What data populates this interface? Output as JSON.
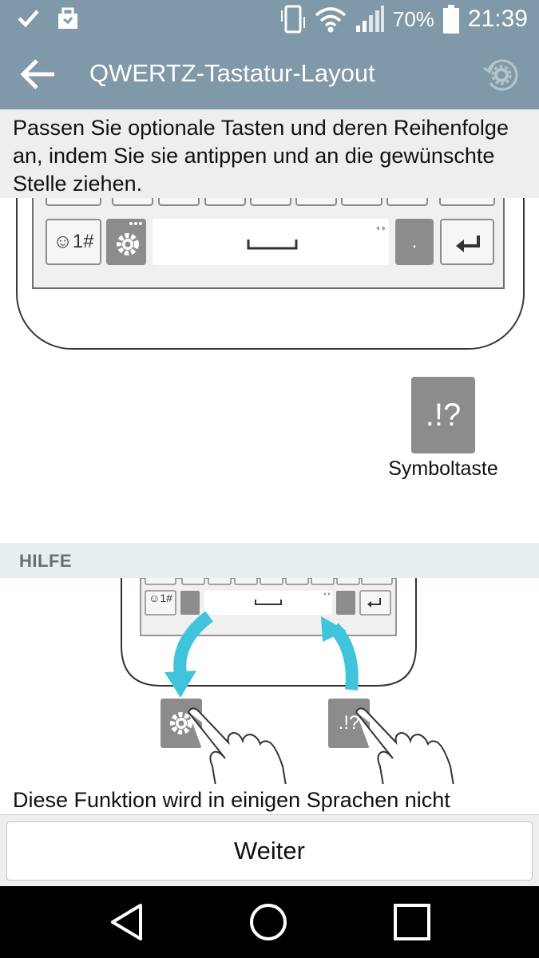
{
  "status_bar": {
    "battery_percent": "70%",
    "time": "21:39",
    "icons": [
      "check-icon",
      "shopping-bag-icon",
      "vibrate-icon",
      "wifi-icon",
      "signal-icon",
      "battery-icon"
    ]
  },
  "app_bar": {
    "title": "QWERTZ-Tastatur-Layout",
    "back_icon": "arrow-left-icon",
    "reset_icon": "reset-settings-icon"
  },
  "instruction": "Passen Sie optionale Tasten und deren Reihenfolge an, indem Sie sie antippen und an die gewünschte Stelle ziehen.",
  "keyboard": {
    "emoji_key_label": "☺1#",
    "period_key_label": "."
  },
  "symbol_key": {
    "label": ".!?",
    "caption": "Symboltaste"
  },
  "help": {
    "header": "HILFE",
    "emoji_key_label": "☺1#",
    "symbol_key_label": ".!?",
    "text": "Diese Funktion wird in einigen Sprachen nicht"
  },
  "bottom": {
    "weiter_label": "Weiter"
  },
  "colors": {
    "app_bar": "#7f99a8",
    "key_dark": "#8c8c8c",
    "arrow": "#3fc4dc",
    "section_header_bg": "#e7eef0"
  }
}
